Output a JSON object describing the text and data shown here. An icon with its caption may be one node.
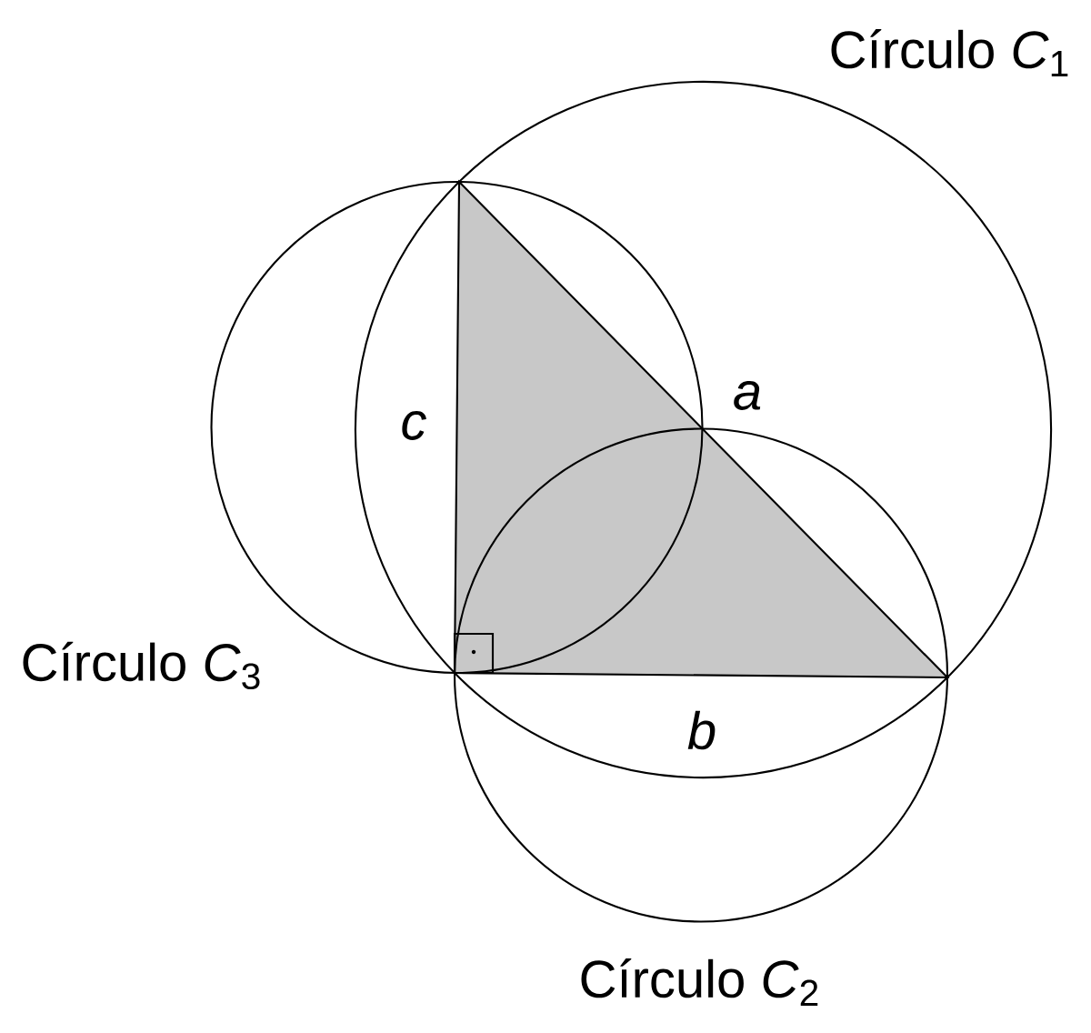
{
  "diagram": {
    "labels": [
      "Círculo *C*$_{1}$",
      "a",
      "c",
      "Círculo *C*$_{3}$",
      "b",
      "Círculo *C*$_{2}$"
    ]
  }
}
